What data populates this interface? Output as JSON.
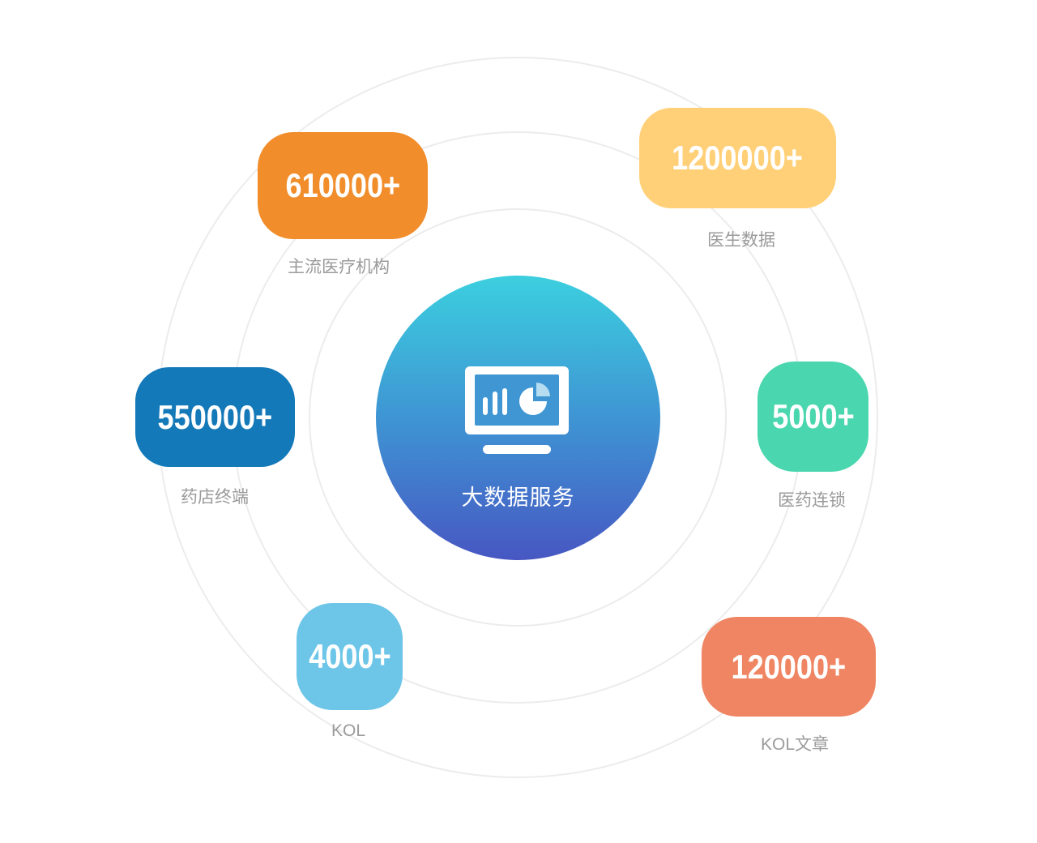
{
  "center": {
    "title": "大数据服务",
    "icon": "monitor-chart-icon"
  },
  "stats": [
    {
      "value": "610000+",
      "label": "主流医疗机构",
      "color": "#F18D2A"
    },
    {
      "value": "1200000+",
      "label": "医生数据",
      "color": "#FFD077"
    },
    {
      "value": "550000+",
      "label": "药店终端",
      "color": "#1479B8"
    },
    {
      "value": "5000+",
      "label": "医药连锁",
      "color": "#4AD6AE"
    },
    {
      "value": "4000+",
      "label": "KOL",
      "color": "#6DC6E8"
    },
    {
      "value": "120000+",
      "label": "KOL文章",
      "color": "#EF8562"
    }
  ]
}
